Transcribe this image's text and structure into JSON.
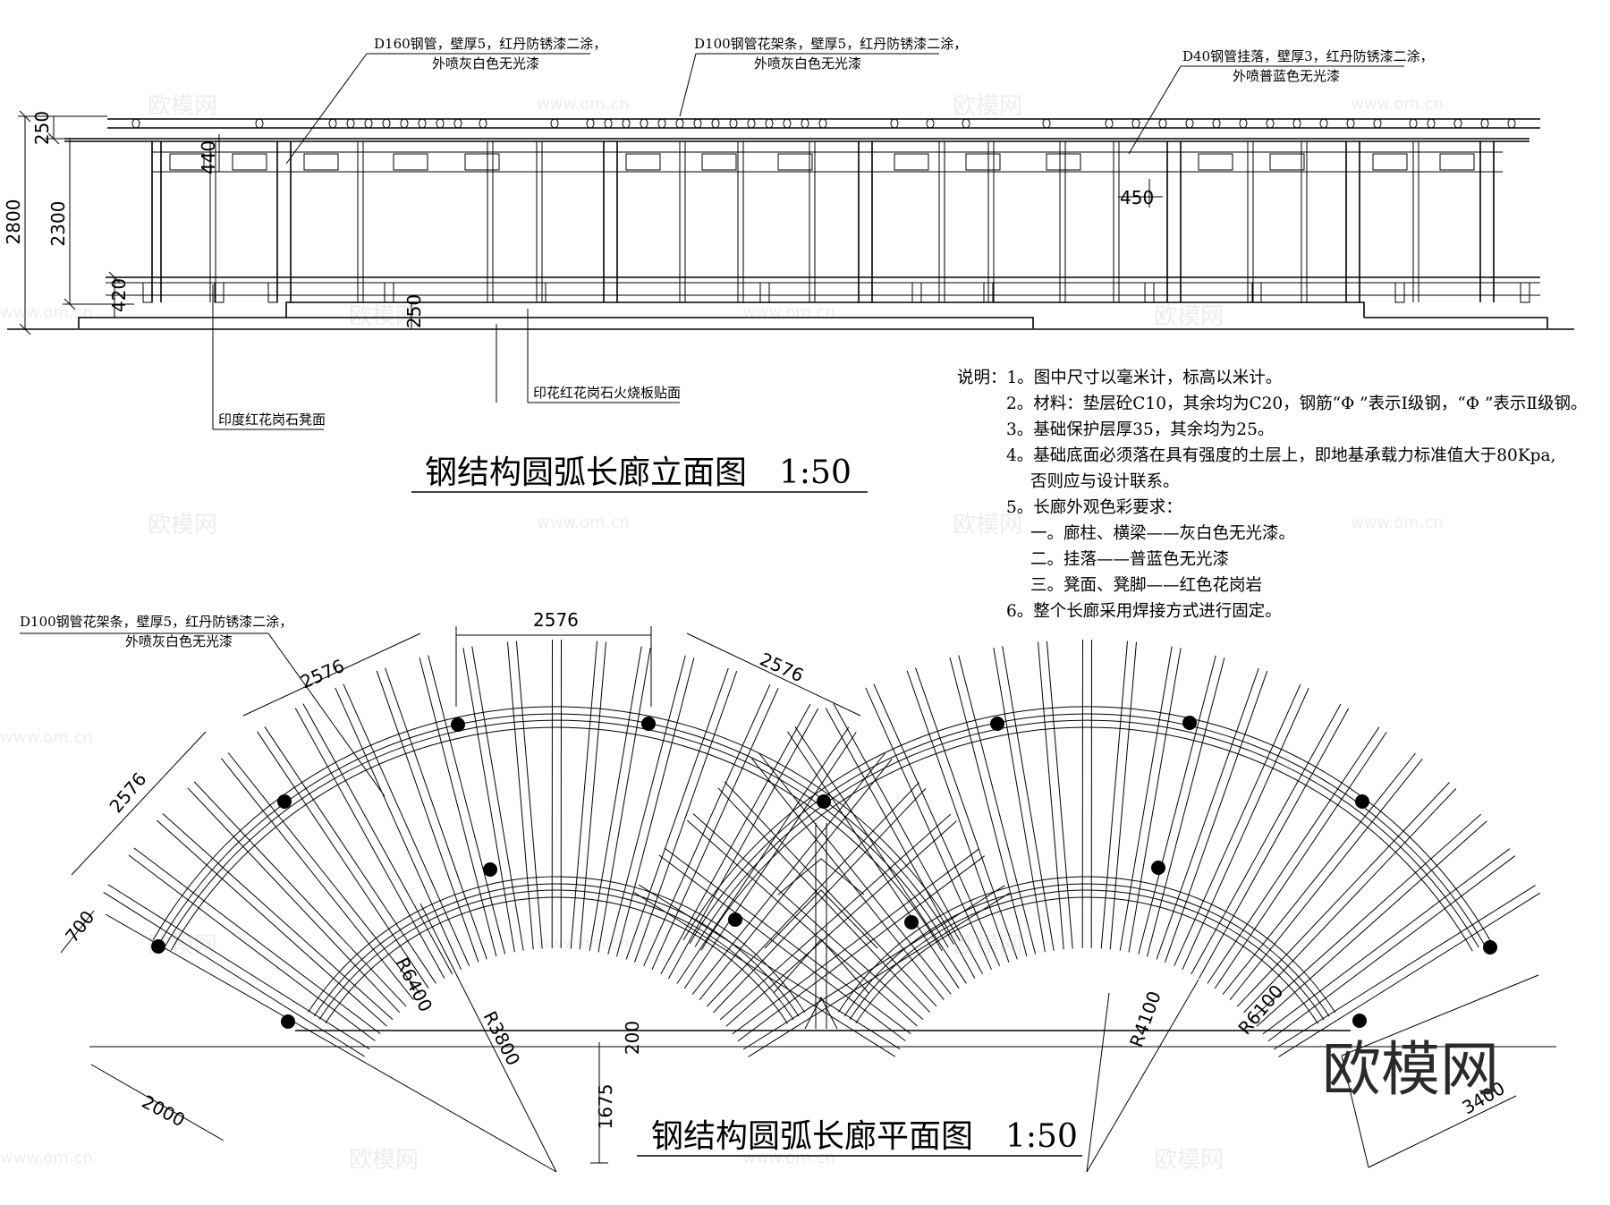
{
  "elevation": {
    "title": "钢结构圆弧长廊立面图　1:50",
    "callouts": [
      {
        "line1": "D160钢管，壁厚5，红丹防锈漆二涂，",
        "line2": "外喷灰白色无光漆"
      },
      {
        "line1": "D100钢管花架条，壁厚5，红丹防锈漆二涂，",
        "line2": "外喷灰白色无光漆"
      },
      {
        "line1": "D40钢管挂落，壁厚3，红丹防锈漆二涂，",
        "line2": "外喷普蓝色无光漆"
      }
    ],
    "bottom_labels": [
      "印度红花岗石凳面",
      "印花红花岗石火烧板贴面"
    ],
    "dims": {
      "total": "2800",
      "top": "250",
      "column": "2300",
      "lattice": "440",
      "seat": "420",
      "base": "250",
      "spacing": "450"
    }
  },
  "plan": {
    "title": "钢结构圆弧长廊平面图　1:50",
    "callout": {
      "line1": "D100钢管花架条，壁厚5，红丹防锈漆二涂，",
      "line2": "外喷灰白色无光漆"
    },
    "dims": {
      "span_top": "2576",
      "span_left_upper": "2576",
      "span_right_upper": "2576",
      "span_left": "2576",
      "d700": "700",
      "d2000": "2000",
      "d200": "200",
      "d1675": "1675",
      "d3400": "3400",
      "r6400": "R6400",
      "r3800": "R3800",
      "r4100": "R4100",
      "r6100": "R6100"
    }
  },
  "notes": {
    "heading": "说明：",
    "items": [
      "1。图中尺寸以毫米计，标高以米计。",
      "2。材料：垫层砼C10，其余均为C20，钢筋“Φ ”表示Ⅰ级钢，“Φ ”表示Ⅱ级钢。",
      "3。基础保护层厚35，其余均为25。",
      "4。基础底面必须落在具有强度的土层上，即地基承载力标准值大于80Kpa,",
      "否则应与设计联系。",
      "5。长廊外观色彩要求：",
      "一。廊柱、横梁——灰白色无光漆。",
      "二。挂落——普蓝色无光漆",
      "三。凳面、凳脚——红色花岗岩",
      "6。整个长廊采用焊接方式进行固定。"
    ]
  },
  "watermark": {
    "brand": "欧模网",
    "url": "www.om.cn"
  }
}
